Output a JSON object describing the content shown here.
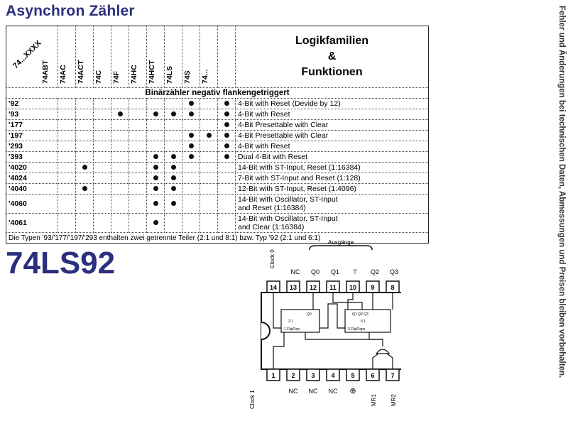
{
  "title": "Asynchron Zähler",
  "side_note": "Fehler und Änderungen bei technischen Daten, Abmessungen und Preisen bleiben vorbehalten.",
  "part_number": "74LS92",
  "table": {
    "corner_label": "74...XXXX",
    "families": [
      "74ABT",
      "74AC",
      "74ACT",
      "74C",
      "74F",
      "74HC",
      "74HCT",
      "74LS",
      "74S",
      "74..."
    ],
    "header_title": [
      "Logikfamilien",
      "&",
      "Funktionen"
    ],
    "section": "Binärzähler negativ flankengetriggert",
    "rows": [
      {
        "type": "'92",
        "dots": [
          0,
          0,
          0,
          0,
          0,
          0,
          0,
          1,
          0,
          1
        ],
        "function": [
          "4-Bit with Reset (Devide by 12)"
        ]
      },
      {
        "type": "'93",
        "dots": [
          0,
          0,
          0,
          1,
          0,
          1,
          1,
          1,
          0,
          1
        ],
        "function": [
          "4-Bit with Reset"
        ]
      },
      {
        "type": "'177",
        "dots": [
          0,
          0,
          0,
          0,
          0,
          0,
          0,
          0,
          0,
          1
        ],
        "function": [
          "4-Bit Presettable with Clear"
        ]
      },
      {
        "type": "'197",
        "dots": [
          0,
          0,
          0,
          0,
          0,
          0,
          0,
          1,
          1,
          1
        ],
        "function": [
          "4-Bit Presettable with Clear"
        ]
      },
      {
        "type": "'293",
        "dots": [
          0,
          0,
          0,
          0,
          0,
          0,
          0,
          1,
          0,
          1
        ],
        "function": [
          "4-Bit with Reset"
        ]
      },
      {
        "type": "'393",
        "dots": [
          0,
          0,
          0,
          0,
          0,
          1,
          1,
          1,
          0,
          1
        ],
        "function": [
          "Dual 4-Bit with Reset"
        ]
      },
      {
        "type": "'4020",
        "dots": [
          0,
          1,
          0,
          0,
          0,
          1,
          1,
          0,
          0,
          0
        ],
        "function": [
          "14-Bit with ST-Input, Reset (1:16384)"
        ]
      },
      {
        "type": "'4024",
        "dots": [
          0,
          0,
          0,
          0,
          0,
          1,
          1,
          0,
          0,
          0
        ],
        "function": [
          "7-Bit with ST-Input and Reset (1:128)"
        ]
      },
      {
        "type": "'4040",
        "dots": [
          0,
          1,
          0,
          0,
          0,
          1,
          1,
          0,
          0,
          0
        ],
        "function": [
          "12-Bit with ST-Input, Reset (1:4096)"
        ]
      },
      {
        "type": "'4060",
        "dots": [
          0,
          0,
          0,
          0,
          0,
          1,
          1,
          0,
          0,
          0
        ],
        "function": [
          "14-Bit with Oscillator, ST-Input",
          "and Reset (1:16384)"
        ]
      },
      {
        "type": "'4061",
        "dots": [
          0,
          0,
          0,
          0,
          0,
          1,
          0,
          0,
          0,
          0
        ],
        "function": [
          "14-Bit with Oscillator, ST-Input",
          "and Clear (1:16384)"
        ]
      }
    ],
    "footnote": "Die Typen '93/'177/'197/'293 enthalten zwei getrennte Teiler (2:1 und 8:1) bzw. Typ '92 (2:1 und 6:1)"
  },
  "pinout": {
    "outputs_label": "Ausgänge",
    "top_pins": [
      "14",
      "13",
      "12",
      "11",
      "10",
      "9",
      "8"
    ],
    "top_labels": [
      "Clock 0",
      "NC",
      "Q0",
      "Q1",
      "⊤",
      "Q2",
      "Q3"
    ],
    "bottom_pins": [
      "1",
      "2",
      "3",
      "4",
      "5",
      "6",
      "7"
    ],
    "bottom_labels": [
      "Clock 1",
      "NC",
      "NC",
      "NC",
      "⊕",
      "MR1",
      "MR2"
    ],
    "ff1_label_top": "Q0",
    "ff1_label_mid": "2:1",
    "ff1_label_bot": "1  FlipFlop",
    "ff2_label_top": "Q1   Q2   Q3",
    "ff2_label_mid": "6:1",
    "ff2_label_bot": "3   FlipFlops"
  }
}
